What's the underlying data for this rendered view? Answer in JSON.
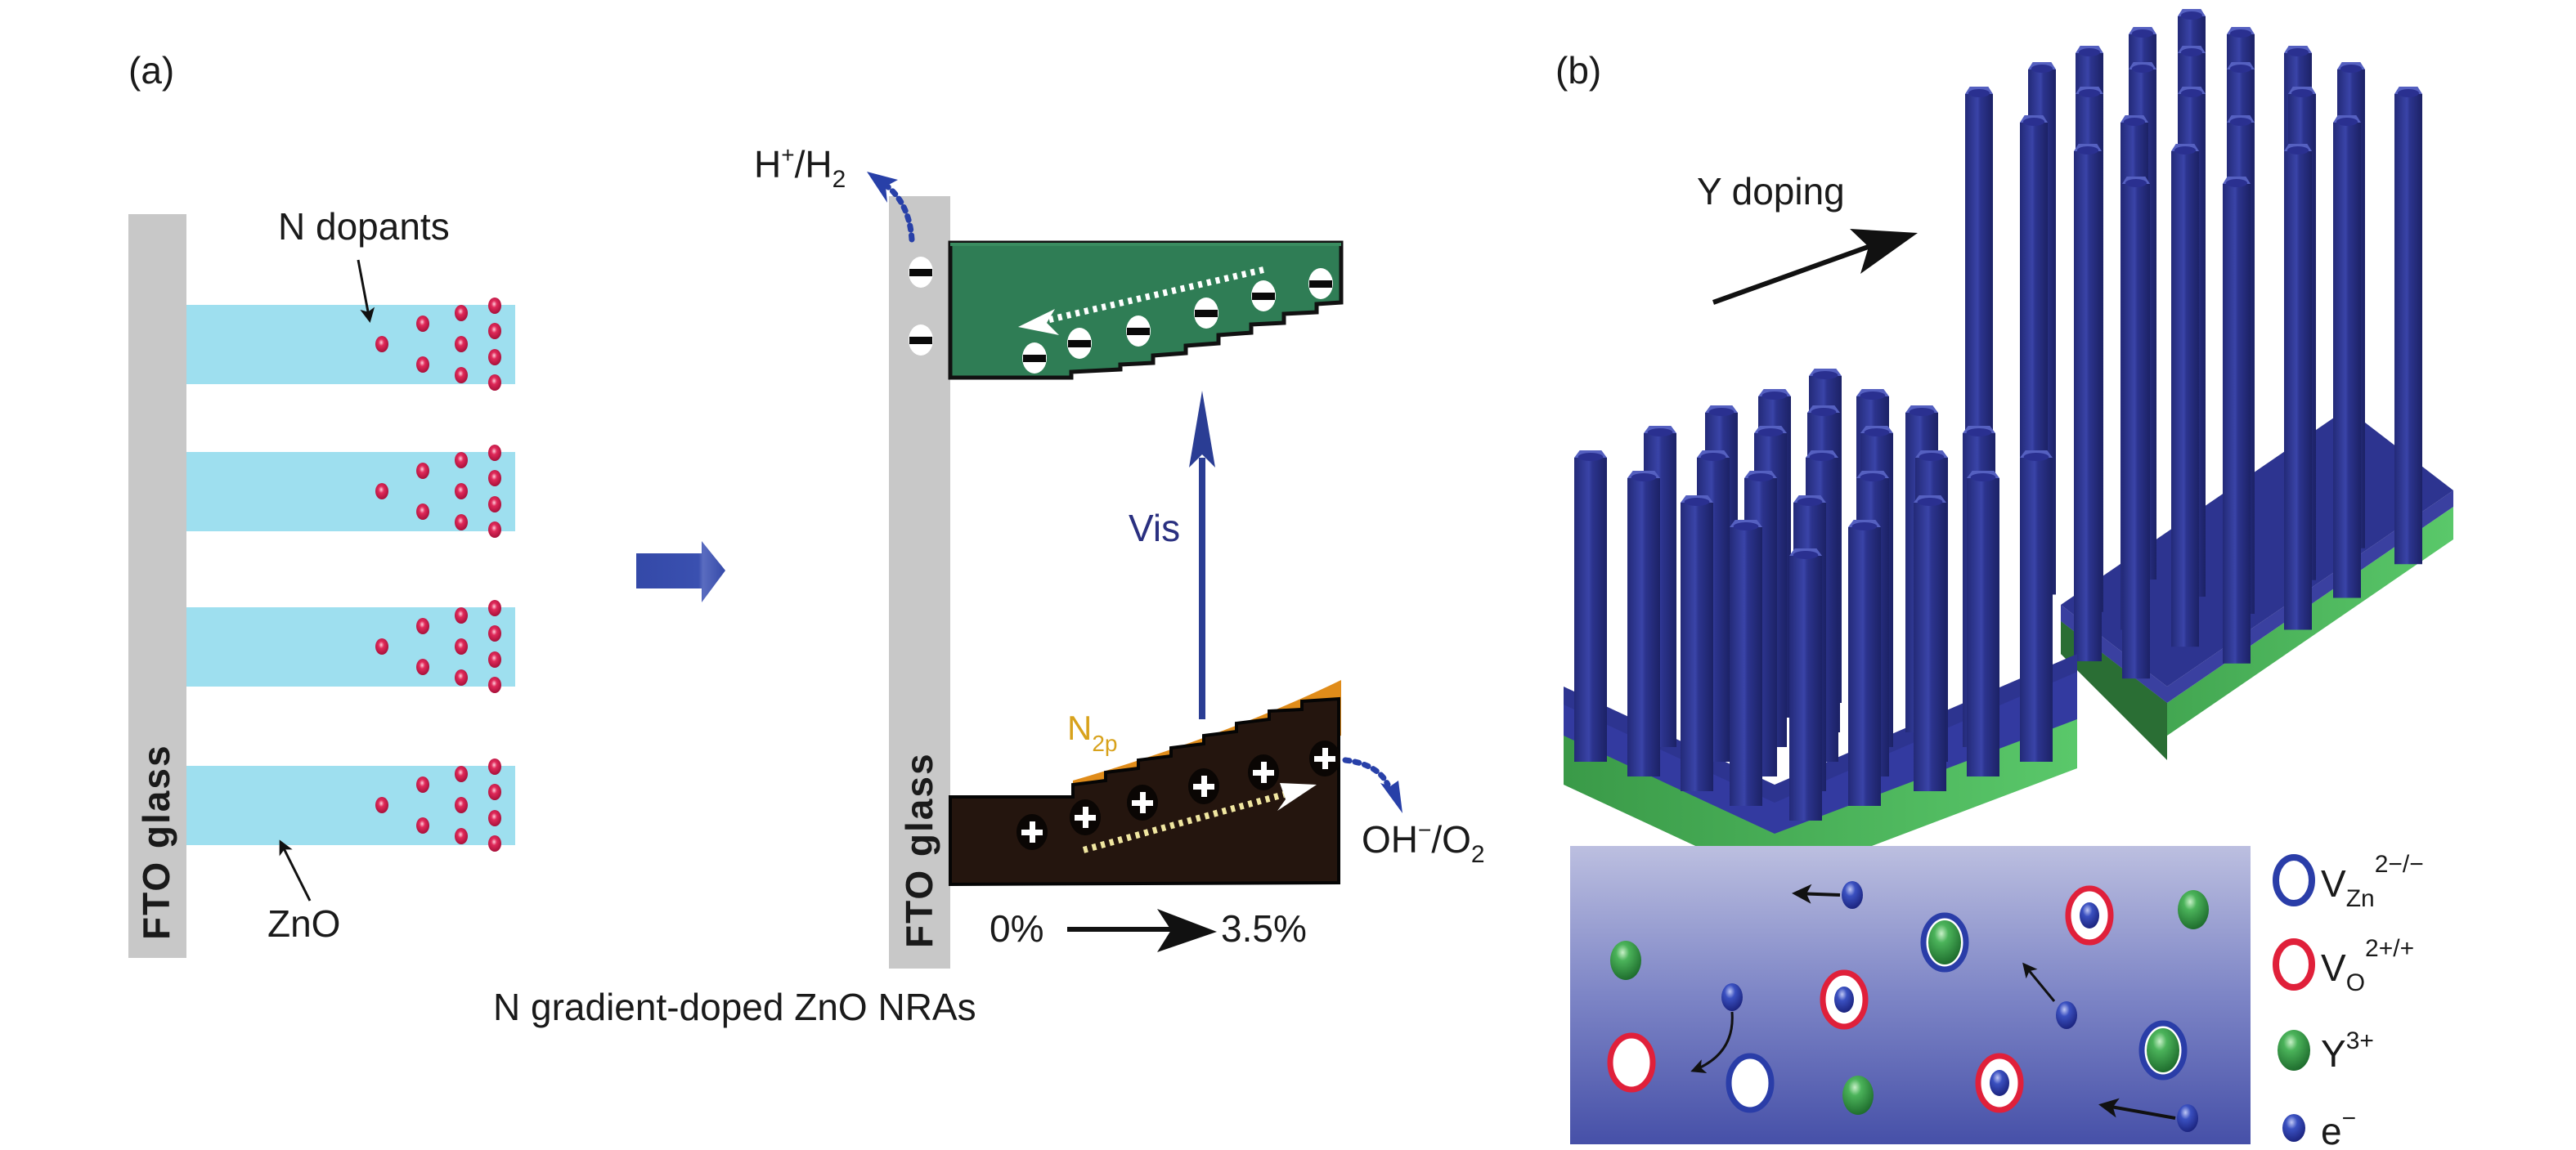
{
  "panel_a": {
    "label": "(a)",
    "left_schematic": {
      "substrate_label": "FTO glass",
      "dopant_label": "N dopants",
      "rod_label": "ZnO",
      "rod_count": 4
    },
    "transform_arrow": "right-arrow",
    "band_diagram": {
      "substrate_label": "FTO glass",
      "reduction_label": "H",
      "reduction_sup": "+",
      "reduction_mid": "/H",
      "reduction_sub": "2",
      "oxidation_label": "OH",
      "oxidation_sup": "−",
      "oxidation_mid": "/O",
      "oxidation_sub": "2",
      "excitation_label": "Vis",
      "state_label": "N",
      "state_sub": "2p",
      "gradient_start": "0%",
      "gradient_end": "3.5%",
      "electron_symbol": "−",
      "hole_symbol": "+"
    },
    "caption": "N gradient-doped ZnO NRAs"
  },
  "panel_b": {
    "label": "(b)",
    "process_label": "Y doping",
    "legend": [
      {
        "id": "vzn",
        "base": "V",
        "sub": "Zn",
        "sup": "2−/−",
        "color": "#2a3da8"
      },
      {
        "id": "vo",
        "base": "V",
        "sub": "O",
        "sup": "2+/+",
        "color": "#e0203a"
      },
      {
        "id": "y",
        "base": "Y",
        "sub": "",
        "sup": "3+",
        "color": "#2e9a3e"
      },
      {
        "id": "e",
        "base": "e",
        "sub": "",
        "sup": "−",
        "color": "#3040b0"
      }
    ]
  },
  "colors": {
    "fto": "#c8c8c8",
    "zno": "#9edfef",
    "dopant": "#d61e4e",
    "arrow_blue": "#3449a8",
    "conduction_band": "#2f7d55",
    "valence_band": "#24150e",
    "n2p": "#e08c1a",
    "n2p_text": "#d8a21c",
    "rod": "#2c3288",
    "substrate_green": "#3fa34a"
  }
}
